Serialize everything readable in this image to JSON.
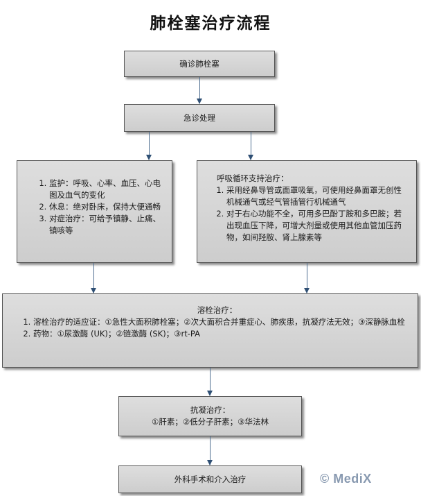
{
  "title": "肺栓塞治疗流程",
  "nodes": {
    "confirm": "确诊肺栓塞",
    "emergency": "急诊处理",
    "monitor": {
      "items": [
        "监护：呼吸、心率、血压、心电图及血气的变化",
        "休息：绝对卧床，保持大便通畅",
        "对症治疗：可给予镇静、止痛、镇咳等"
      ]
    },
    "respiratory": {
      "heading": "呼吸循环支持治疗：",
      "items": [
        "采用经鼻导管或面罩吸氧，可使用经鼻面罩无创性机械通气或经气管插管行机械通气",
        "对于右心功能不全，可用多巴酚丁胺和多巴胺；若出现血压下降，可增大剂量或使用其他血管加压药物，如间羟胺、肾上腺素等"
      ]
    },
    "thrombolysis": {
      "heading": "溶栓治疗：",
      "items": [
        "溶栓治疗的适应证：①急性大面积肺栓塞；②次大面积合并重症心、肺疾患，抗凝疗法无效；③深静脉血栓",
        "药物：①尿激酶 (UK)；②链激酶 (SK)；③rt-PA"
      ]
    },
    "anticoag": {
      "heading": "抗凝治疗：",
      "body": "①肝素；②低分子肝素；③华法林"
    },
    "surgery": "外科手术和介入治疗"
  },
  "watermark": "© MediX"
}
